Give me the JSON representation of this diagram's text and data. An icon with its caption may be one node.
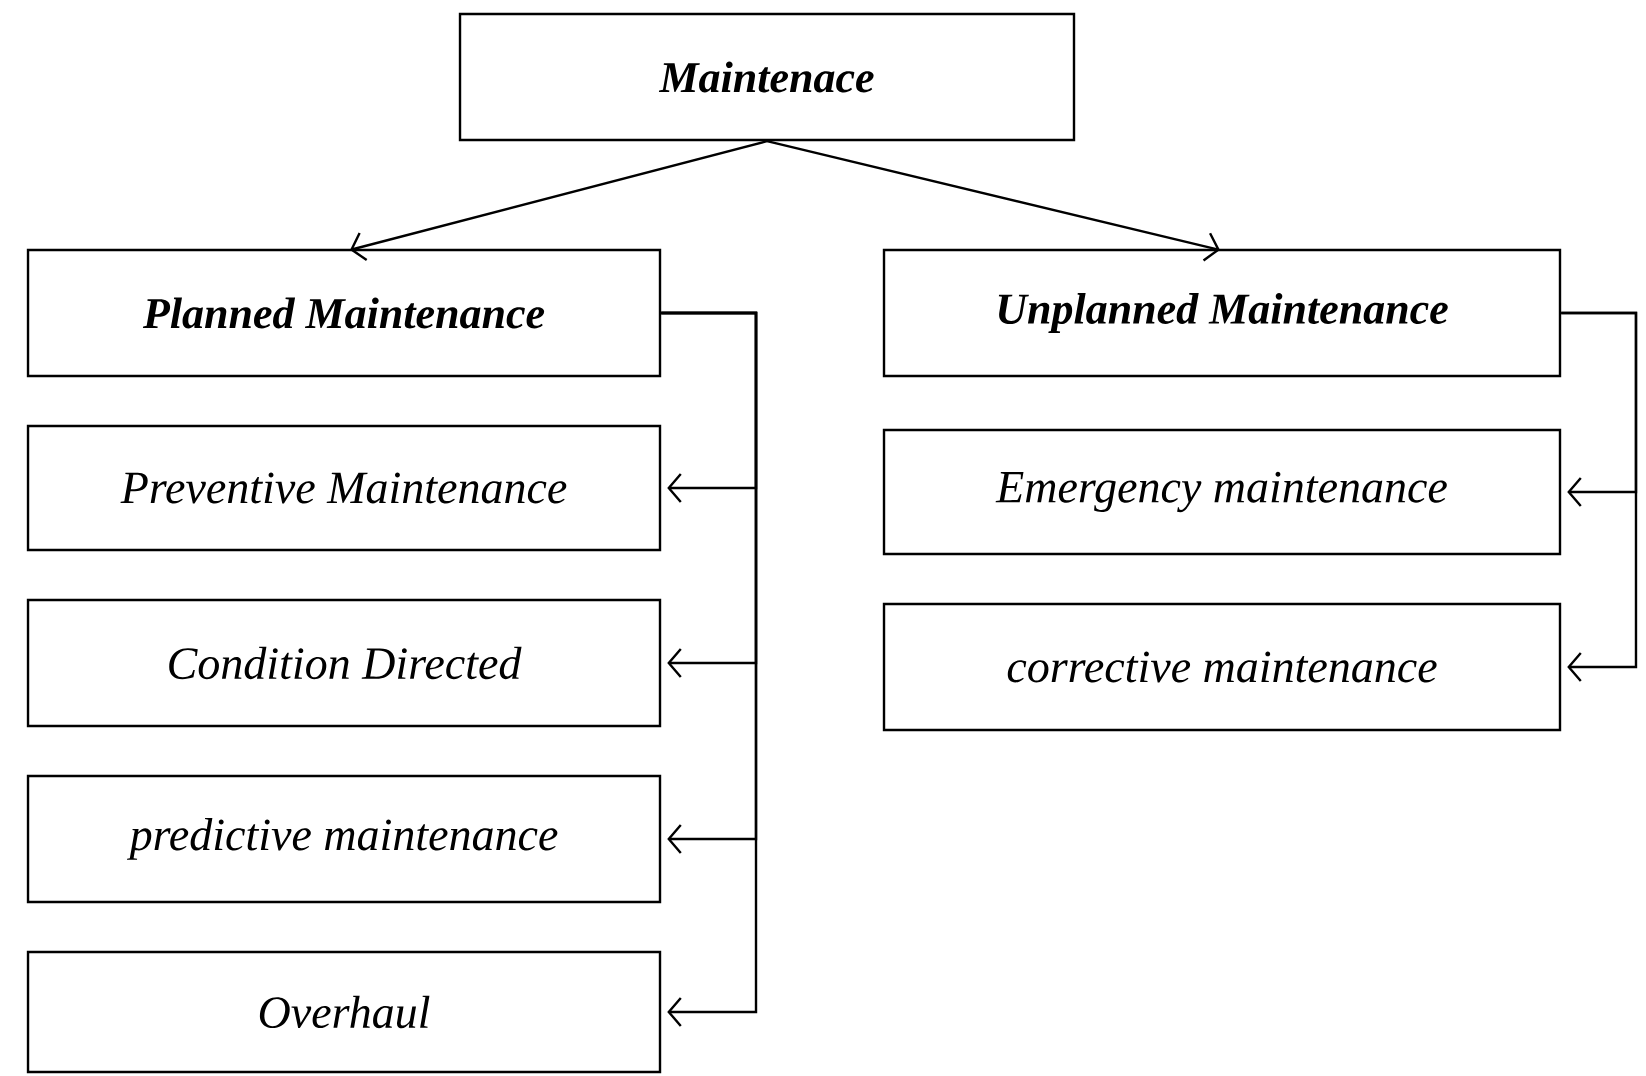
{
  "diagram": {
    "nodes": [
      {
        "text": [
          "Maintenace"
        ]
      },
      {
        "text": [
          "Planned Maintenance"
        ]
      },
      {
        "text": [
          "Unplanned Maintenance"
        ]
      },
      {
        "text": [
          "Preventive Maintenance"
        ]
      },
      {
        "text": [
          "Condition Directed"
        ]
      },
      {
        "text": [
          "predictive maintenance"
        ]
      },
      {
        "text": [
          "Overhaul"
        ]
      },
      {
        "text": [
          "Emergency maintenance"
        ]
      },
      {
        "text": [
          "corrective maintenance"
        ]
      }
    ],
    "edges": [
      {
        "from": 0,
        "to": 1,
        "arrow": "to"
      },
      {
        "from": 0,
        "to": 2,
        "arrow": "to"
      },
      {
        "from": 1,
        "to": 3,
        "arrow": "to"
      },
      {
        "from": 1,
        "to": 4,
        "arrow": "to"
      },
      {
        "from": 1,
        "to": 5,
        "arrow": "to"
      },
      {
        "from": 1,
        "to": 6,
        "arrow": "to"
      },
      {
        "from": 2,
        "to": 7,
        "arrow": "to"
      },
      {
        "from": 2,
        "to": 8,
        "arrow": "to"
      }
    ]
  }
}
